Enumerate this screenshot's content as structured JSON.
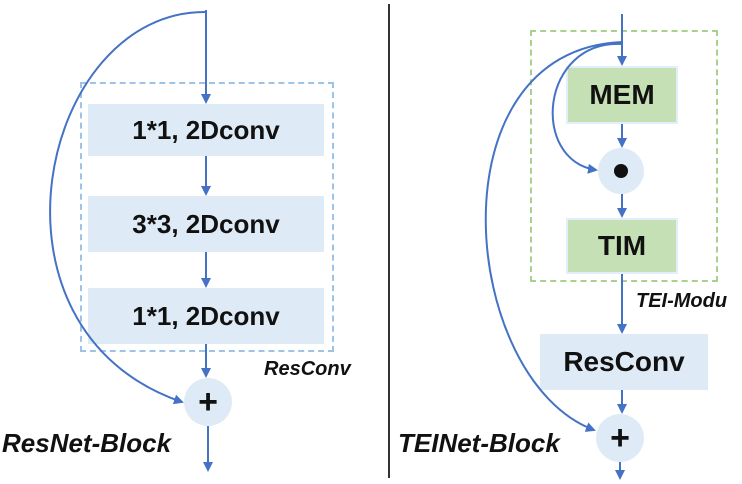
{
  "resnet": {
    "conv1": "1*1, 2Dconv",
    "conv2": "3*3, 2Dconv",
    "conv3": "1*1, 2Dconv",
    "group_label": "ResConv",
    "block_label": "ResNet-Block",
    "add_symbol": "+"
  },
  "teinet": {
    "mem": "MEM",
    "tim": "TIM",
    "mult_symbol": "●",
    "module_label": "TEI-Modu",
    "resconv": "ResConv",
    "block_label": "TEINet-Block",
    "add_symbol": "+"
  },
  "colors": {
    "arrow": "#4472c4",
    "block_blue": "#deebf7",
    "block_green": "#c5e0b4",
    "dash_blue": "#9dc3e6",
    "dash_green": "#a9d18e"
  }
}
